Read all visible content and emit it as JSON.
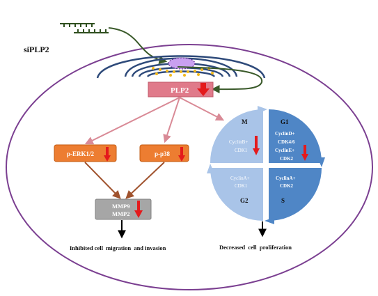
{
  "sirna_label": "siPLP2",
  "plp2_label": "PLP2",
  "erk_label": "p-ERK1/2",
  "p38_label": "p-p38",
  "mmp_labels": [
    "MMP9",
    "MMP2"
  ],
  "migration_label": "Inhibited cell  migration  and invasion",
  "proliferation_label": "Decreased  cell  proliferation",
  "cycle": {
    "phases": {
      "m": "M",
      "g1": "G1",
      "g2": "G2",
      "s": "S"
    },
    "m_lines": [
      "CyclinB+",
      "CDK1"
    ],
    "g1_lines": [
      "CyclinD+",
      "CDK4/6",
      "CyclinE+",
      "CDK2"
    ],
    "g2_lines": [
      "CyclinA+",
      "CDK1"
    ],
    "s_lines": [
      "CyclinA+",
      "CDK2"
    ]
  },
  "colors": {
    "cell_border": "#7b3f91",
    "plp2_box": "#e07a8a",
    "orange_box": "#ed7d31",
    "mmp_box": "#a6a6a6",
    "down_arrow": "#e41a1c",
    "pink_arrow": "#d98a96",
    "brown_arrow": "#a0522d",
    "green_arrow": "#3a5a2a",
    "cycle_light": "#a9c4e8",
    "cycle_dark": "#4f86c6",
    "nucleus": "#c9a0f0",
    "membrane": "#2e4a7a"
  }
}
